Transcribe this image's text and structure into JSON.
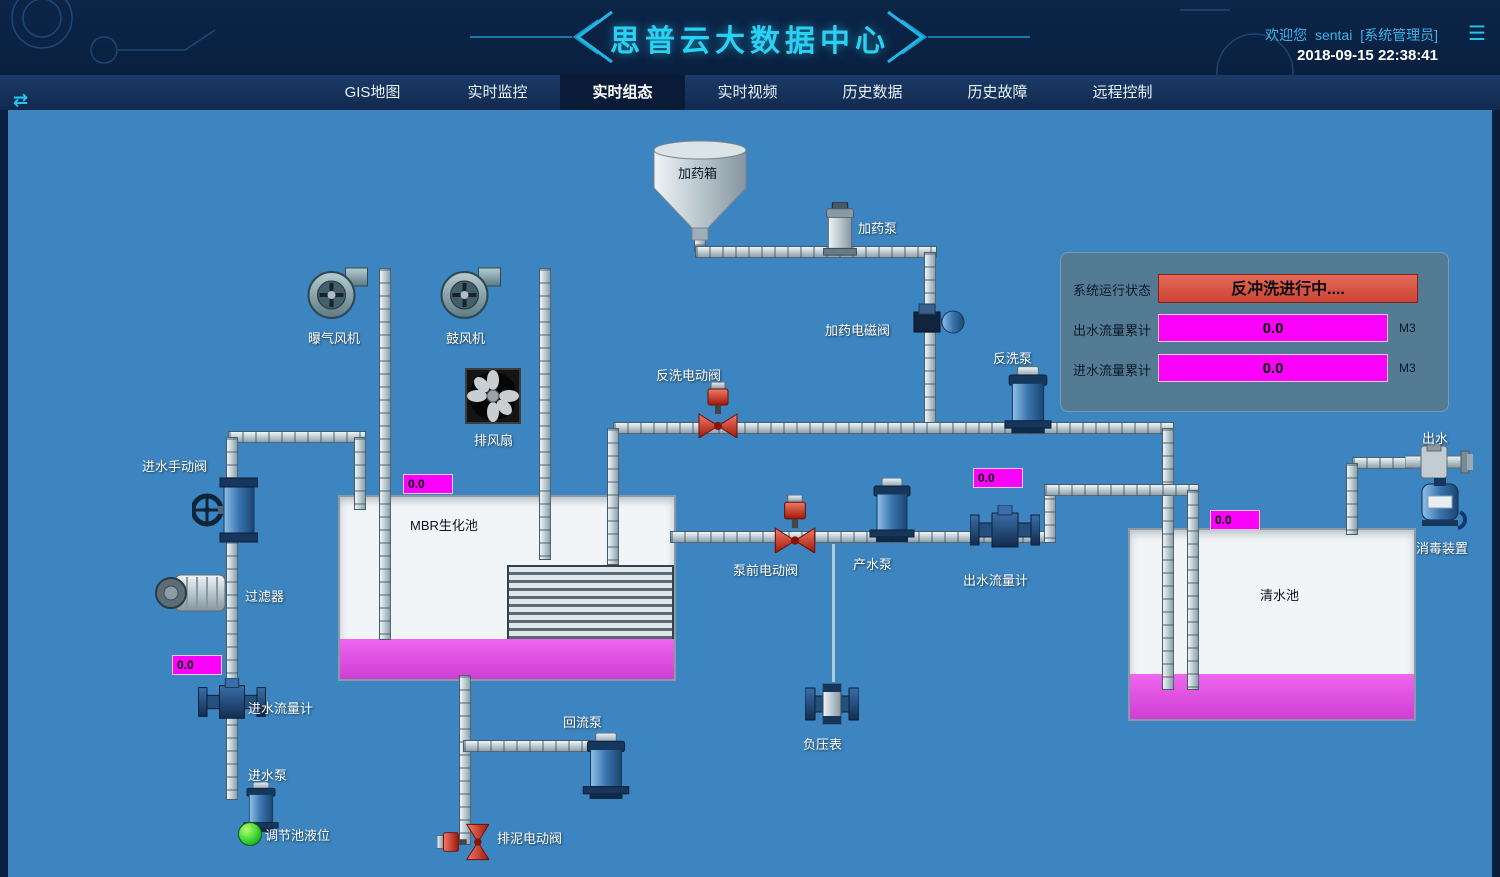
{
  "header": {
    "title": "思普云大数据中心",
    "welcome_prefix": "欢迎您",
    "username": "sentai",
    "role": "[系统管理员]",
    "datetime": "2018-09-15 22:38:41"
  },
  "icons": {
    "menu": "☰",
    "collapse_arrows": "⇄"
  },
  "nav": {
    "tabs": [
      {
        "label": "GIS地图",
        "active": false
      },
      {
        "label": "实时监控",
        "active": false
      },
      {
        "label": "实时组态",
        "active": true
      },
      {
        "label": "实时视频",
        "active": false
      },
      {
        "label": "历史数据",
        "active": false
      },
      {
        "label": "历史故障",
        "active": false
      },
      {
        "label": "远程控制",
        "active": false
      }
    ]
  },
  "status_panel": {
    "system_status_label": "系统运行状态",
    "system_status_value": "反冲洗进行中....",
    "outflow_label": "出水流量累计",
    "outflow_value": "0.0",
    "outflow_unit": "M3",
    "inflow_label": "进水流量累计",
    "inflow_value": "0.0",
    "inflow_unit": "M3"
  },
  "labels": {
    "dosing_tank": "加药箱",
    "dosing_pump": "加药泵",
    "aeration_blower": "曝气风机",
    "blower": "鼓风机",
    "exhaust_fan": "排风扇",
    "dosing_solenoid_valve": "加药电磁阀",
    "backwash_valve": "反洗电动阀",
    "backwash_pump": "反洗泵",
    "inlet_manual_valve": "进水手动阀",
    "mbr_tank": "MBR生化池",
    "filter": "过滤器",
    "inlet_flow_meter": "进水流量计",
    "inlet_pump": "进水泵",
    "regulating_tank_level": "调节池液位",
    "return_pump": "回流泵",
    "sludge_valve": "排泥电动阀",
    "prepump_valve": "泵前电动阀",
    "product_pump": "产水泵",
    "outlet_flow_meter": "出水流量计",
    "vacuum_gauge": "负压表",
    "clean_water_tank": "清水池",
    "outlet": "出水",
    "disinfection_device": "消毒装置"
  },
  "values": {
    "mbr_level": "0.0",
    "inlet_meter": "0.0",
    "outlet_meter": "0.0",
    "clean_tank_level": "0.0"
  },
  "colors": {
    "canvas_blue": "#3d85c0",
    "accent_cyan": "#29d2f4",
    "value_magenta": "#fb02fb",
    "alarm_red": "#cc4435",
    "liquid_magenta": "#d94ad9",
    "run_green": "#2ecc2e"
  }
}
